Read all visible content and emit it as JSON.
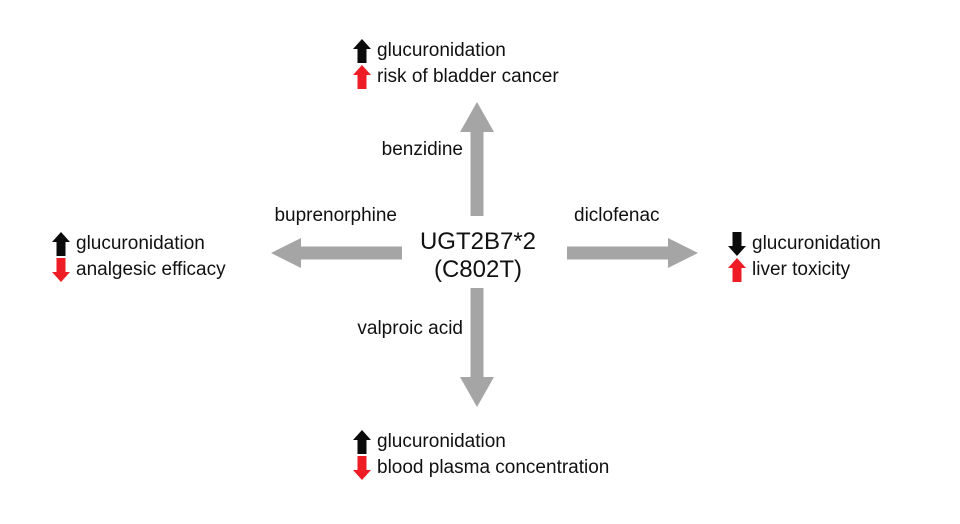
{
  "diagram_title": "UGT2B7*2 (C802T) drug interaction diagram",
  "colors": {
    "background": "#ffffff",
    "text": "#111111",
    "branch_arrow_gray": "#a5a5a5",
    "effect_black": "#0b0b0b",
    "effect_red": "#ee1c25"
  },
  "center": {
    "line1": "UGT2B7*2",
    "line2": "(C802T)"
  },
  "branches": {
    "top": {
      "drug": "benzidine",
      "arrow_direction": "up",
      "effects": [
        {
          "icon": "arrow-up-black-icon",
          "direction": "up",
          "color": "black",
          "text": "glucuronidation"
        },
        {
          "icon": "arrow-up-red-icon",
          "direction": "up",
          "color": "red",
          "text": "risk of bladder cancer"
        }
      ]
    },
    "left": {
      "drug": "buprenorphine",
      "arrow_direction": "left",
      "effects": [
        {
          "icon": "arrow-up-black-icon",
          "direction": "up",
          "color": "black",
          "text": "glucuronidation"
        },
        {
          "icon": "arrow-down-red-icon",
          "direction": "down",
          "color": "red",
          "text": "analgesic efficacy"
        }
      ]
    },
    "right": {
      "drug": "diclofenac",
      "arrow_direction": "right",
      "effects": [
        {
          "icon": "arrow-down-black-icon",
          "direction": "down",
          "color": "black",
          "text": "glucuronidation"
        },
        {
          "icon": "arrow-up-red-icon",
          "direction": "up",
          "color": "red",
          "text": "liver toxicity"
        }
      ]
    },
    "bottom": {
      "drug": "valproic acid",
      "arrow_direction": "down",
      "effects": [
        {
          "icon": "arrow-up-black-icon",
          "direction": "up",
          "color": "black",
          "text": "glucuronidation"
        },
        {
          "icon": "arrow-down-red-icon",
          "direction": "down",
          "color": "red",
          "text": "blood plasma concentration"
        }
      ]
    }
  }
}
